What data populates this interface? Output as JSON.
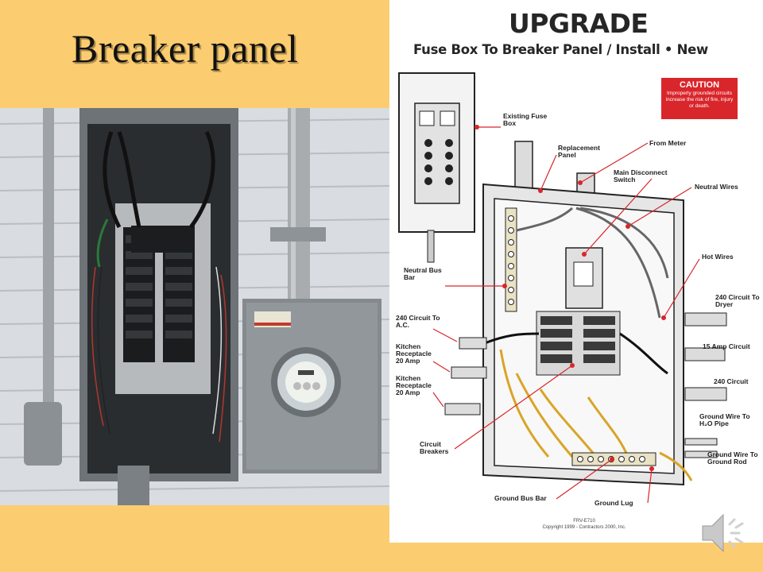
{
  "slide": {
    "title": "Breaker panel"
  },
  "diagram": {
    "heading": "UPGRADE",
    "subheading": "Fuse Box To Breaker Panel / Install  • New",
    "caution_title": "CAUTION",
    "caution_text": "Improperly grounded circuits increase the risk of fire, injury or death.",
    "labels": {
      "existing_fuse_box": "Existing Fuse Box",
      "replacement_panel": "Replacement Panel",
      "from_meter": "From Meter",
      "main_disconnect": "Main Disconnect Switch",
      "neutral_wires": "Neutral Wires",
      "hot_wires": "Hot Wires",
      "neutral_bus_bar": "Neutral Bus Bar",
      "circuit_240_ac": "240 Circuit To A.C.",
      "kitchen_1": "Kitchen Receptacle 20 Amp",
      "kitchen_2": "Kitchen Receptacle 20 Amp",
      "circuit_breakers": "Circuit Breakers",
      "circuit_240_dryer": "240 Circuit To Dryer",
      "amp15": "15 Amp Circuit",
      "circuit_240": "240 Circuit",
      "ground_h2o": "Ground Wire To H₂O Pipe",
      "ground_rod": "Ground Wire To Ground Rod",
      "ground_bus_bar": "Ground Bus Bar",
      "ground_lug": "Ground Lug"
    },
    "code": "FRV-E710",
    "copyright": "Copyright 1999 - Contractors 2000, Inc."
  },
  "icons": {
    "speaker": "speaker-icon"
  },
  "colors": {
    "background": "#fccd70",
    "caution": "#d9262b",
    "callout": "#d9262b",
    "ground_wire": "#d9a528"
  }
}
